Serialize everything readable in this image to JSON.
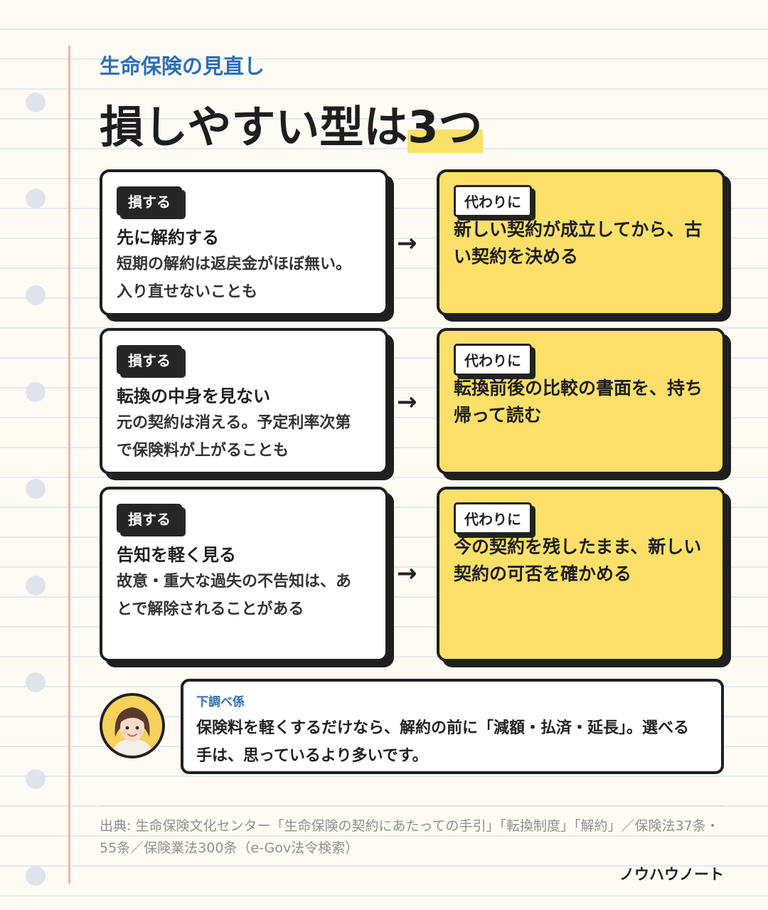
{
  "header": {
    "subtitle": "生命保険の見直し",
    "title_main": "損しやすい型は",
    "title_highlight": "3つ"
  },
  "rows": [
    {
      "bad_tag": "損する",
      "bad_title": "先に解約する",
      "bad_desc": "短期の解約は返戻金がほぼ無い。入り直せないことも",
      "arrow": "→",
      "good_tag": "代わりに",
      "good_text": "新しい契約が成立してから、古い契約を決める"
    },
    {
      "bad_tag": "損する",
      "bad_title": "転換の中身を見ない",
      "bad_desc": "元の契約は消える。予定利率次第で保険料が上がることも",
      "arrow": "→",
      "good_tag": "代わりに",
      "good_text": "転換前後の比較の書面を、持ち帰って読む"
    },
    {
      "bad_tag": "損する",
      "bad_title": "告知を軽く見る",
      "bad_desc": "故意・重大な過失の不告知は、あとで解除されることがある",
      "arrow": "→",
      "good_tag": "代わりに",
      "good_text": "今の契約を残したまま、新しい契約の可否を確かめる"
    }
  ],
  "comment": {
    "role": "下調べ係",
    "text": "保険料を軽くするだけなら、解約の前に「減額・払済・延長」。選べる手は、思っているより多いです。"
  },
  "footer": {
    "source": "出典: 生命保険文化センター「生命保険の契約にあたっての手引」「転換制度」「解約」／保険法37条・55条／保険業法300条（e-Gov法令検索）",
    "brand": "ノウハウノート"
  },
  "colors": {
    "accent_blue": "#2e6fb7",
    "highlight_yellow": "#fde06a",
    "ink": "#1f1f1f",
    "margin_red": "#f0b2b2"
  },
  "icons": {
    "avatar": "woman-avatar-illustration",
    "arrow": "right-arrow"
  }
}
